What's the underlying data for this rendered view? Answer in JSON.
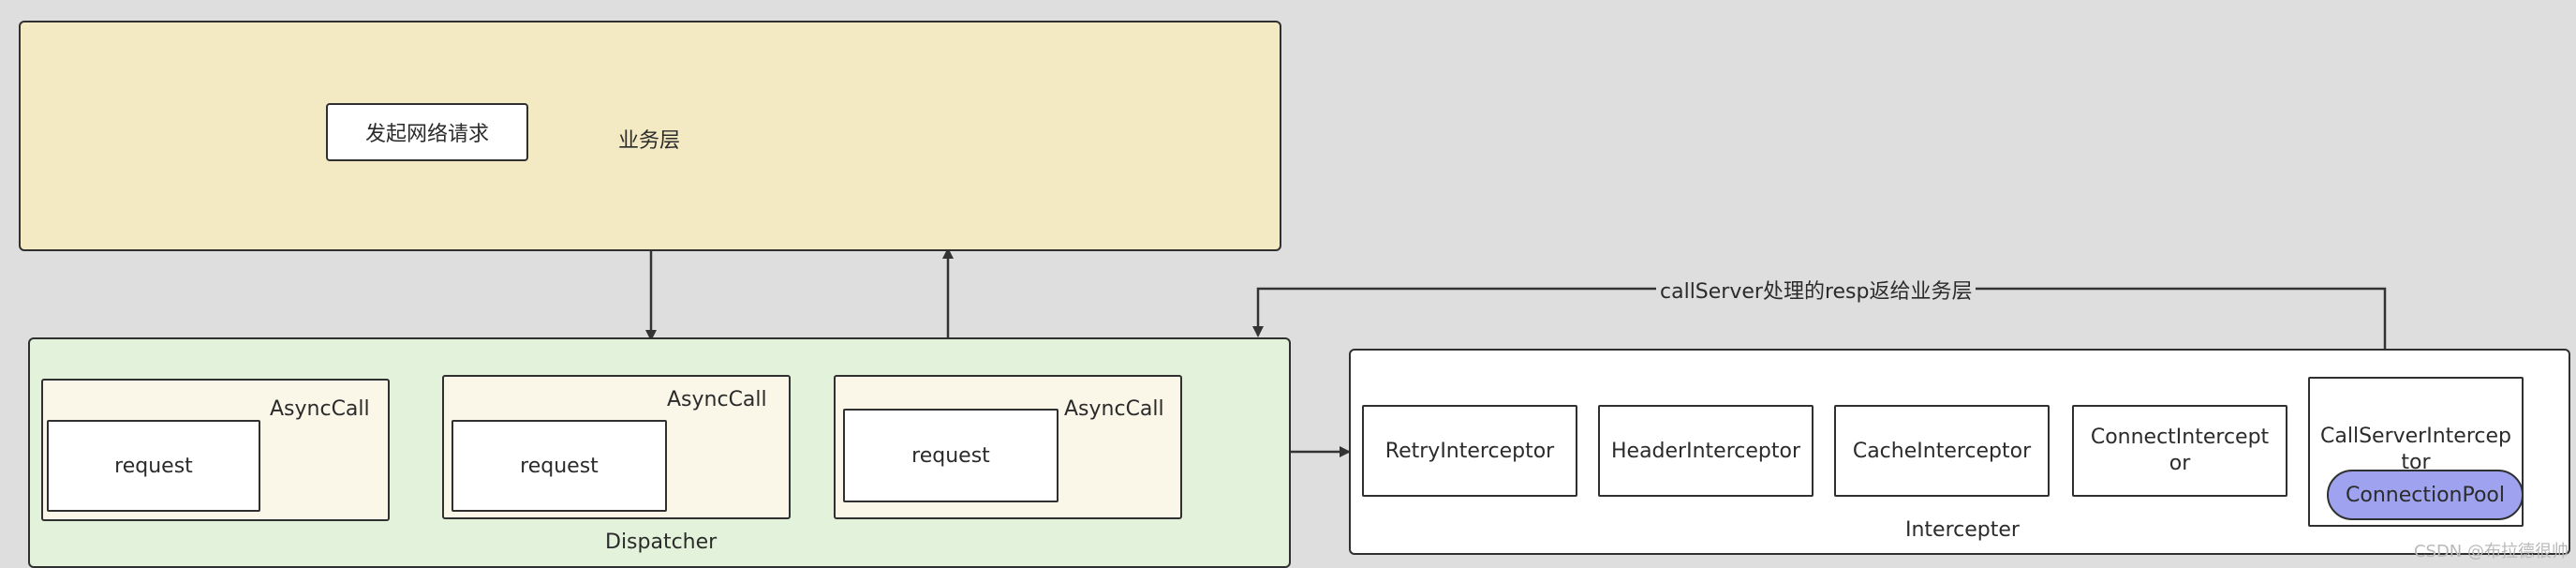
{
  "business_layer": {
    "label": "业务层",
    "request_button": "发起网络请求",
    "fill": "#f3e9c2"
  },
  "dispatcher": {
    "label": "Dispatcher",
    "fill": "#e3f2da",
    "async_calls": [
      {
        "label": "AsyncCall",
        "inner": "request"
      },
      {
        "label": "AsyncCall",
        "inner": "request"
      },
      {
        "label": "AsyncCall",
        "inner": "request"
      }
    ],
    "async_fill": "#faf7e8"
  },
  "intercepter": {
    "label": "Intercepter",
    "fill": "#ffffff",
    "interceptors": [
      {
        "label": "RetryInterceptor"
      },
      {
        "label": "HeaderInterceptor"
      },
      {
        "label": "CacheInterceptor"
      },
      {
        "label": "ConnectIntercept\nor"
      },
      {
        "label": "CallServerIntercep\ntor"
      }
    ],
    "connection_pool": {
      "label": "ConnectionPool",
      "fill": "#9fa3ef"
    }
  },
  "return_arrow_label": "callServer处理的resp返给业务层",
  "watermark": "CSDN @布拉德很帅"
}
